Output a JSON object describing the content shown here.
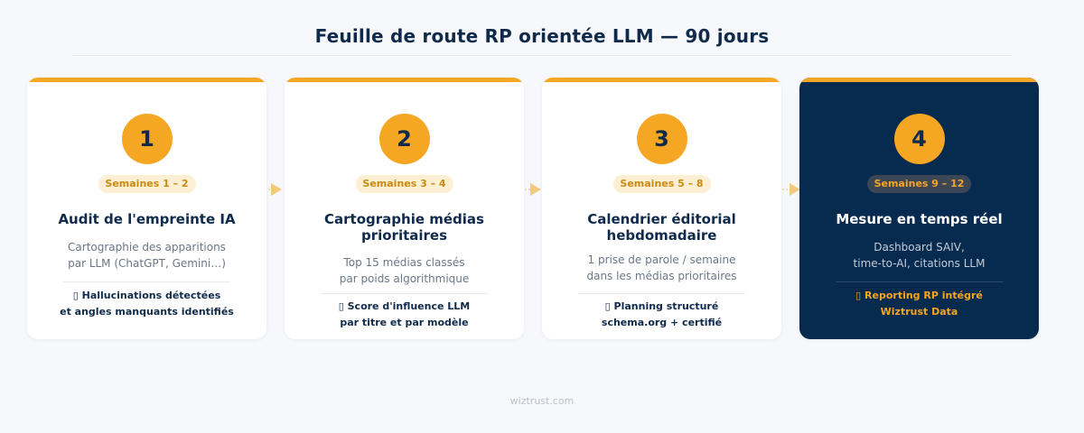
{
  "title": "Feuille de route RP orientée LLM — 90 jours",
  "steps": [
    {
      "number": "1",
      "period": "Semaines 1 – 2",
      "title_lines": [
        "Audit de l'empreinte IA"
      ],
      "desc_lines": [
        "Cartographie des apparitions",
        "par LLM (ChatGPT, Gemini…)"
      ],
      "highlight_lines": [
        "▯ Hallucinations détectées",
        "et angles manquants identifiés"
      ]
    },
    {
      "number": "2",
      "period": "Semaines 3 – 4",
      "title_lines": [
        "Cartographie médias",
        "prioritaires"
      ],
      "desc_lines": [
        "Top 15 médias classés",
        "par poids algorithmique"
      ],
      "highlight_lines": [
        "▯ Score d'influence LLM",
        "par titre et par modèle"
      ]
    },
    {
      "number": "3",
      "period": "Semaines 5 – 8",
      "title_lines": [
        "Calendrier éditorial",
        "hebdomadaire"
      ],
      "desc_lines": [
        "1 prise de parole / semaine",
        "dans les médias prioritaires"
      ],
      "highlight_lines": [
        "▯ Planning structuré",
        "schema.org + certifié"
      ]
    },
    {
      "number": "4",
      "period": "Semaines 9 – 12",
      "title_lines": [
        "Mesure en temps réel"
      ],
      "desc_lines": [
        "Dashboard SAIV,",
        "time-to-AI, citations LLM"
      ],
      "highlight_lines": [
        "▯ Reporting RP intégré",
        "Wiztrust Data"
      ]
    }
  ],
  "footer": "wiztrust.com",
  "colors": {
    "accent": "#f5a623",
    "navy": "#0f2a4a",
    "dark_card": "#072a4f"
  }
}
